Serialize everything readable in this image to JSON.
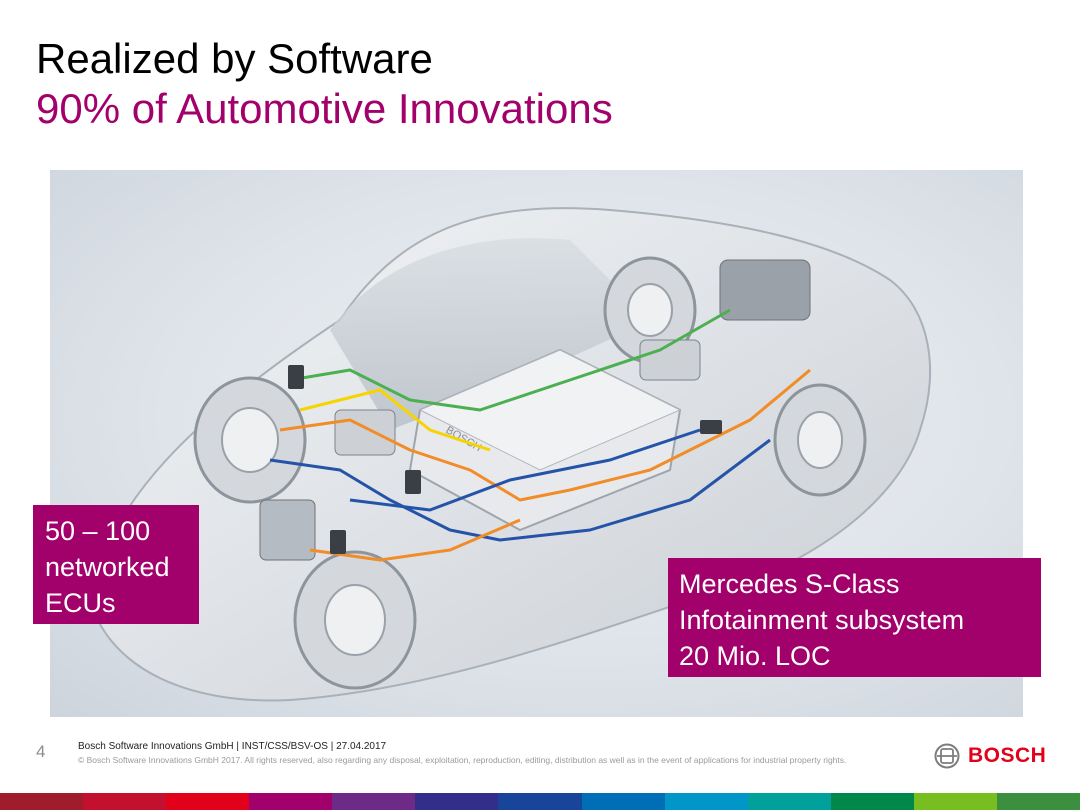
{
  "slide": {
    "title": "Realized by Software",
    "subtitle": "90% of Automotive Innovations",
    "callout_left": {
      "lines": [
        "50 – 100",
        "networked",
        "ECUs"
      ]
    },
    "callout_right": {
      "lines": [
        "Mercedes S-Class",
        "Infotainment subsystem",
        "20 Mio. LOC"
      ]
    },
    "photo": {
      "alt": "Bosch car electronics illustration",
      "badge_text": "BOSCH"
    }
  },
  "footer": {
    "page_number": "4",
    "company_line": "Bosch Software Innovations GmbH | INST/CSS/BSV-OS | 27.04.2017",
    "copyright": "© Bosch Software Innovations GmbH 2017. All rights reserved, also regarding any disposal, exploitation, reproduction, editing, distribution as well as in the event of applications for industrial property rights.",
    "logo_text": "BOSCH"
  },
  "colors": {
    "accent": "#a2006a",
    "brand_red": "#e2001a",
    "stripe": [
      "#9e1c2c",
      "#c3102e",
      "#e2001a",
      "#a2006a",
      "#6b2b87",
      "#332e8a",
      "#18459a",
      "#006eb7",
      "#0096c8",
      "#00a19a",
      "#00884a",
      "#78be20",
      "#3c8f3e"
    ]
  }
}
